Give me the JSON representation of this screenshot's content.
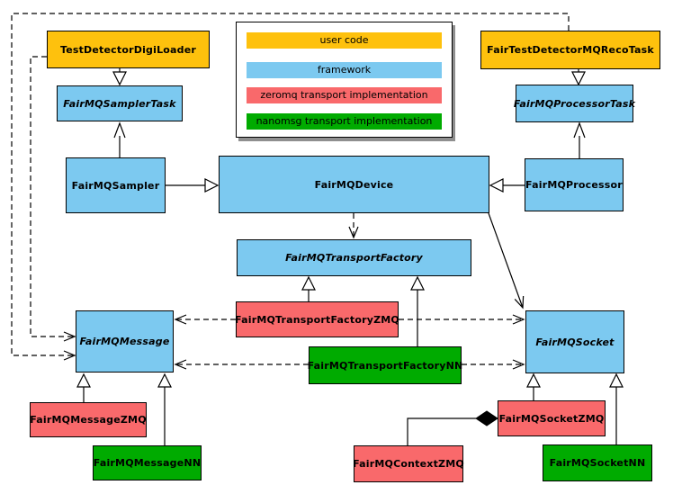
{
  "legend": {
    "items": [
      {
        "label": "user code",
        "color": "#fec10d"
      },
      {
        "label": "framework",
        "color": "#7cc9f0"
      },
      {
        "label": "zeromq transport implementation",
        "color": "#f9696b"
      },
      {
        "label": "nanomsg transport implementation",
        "color": "#00ab00"
      }
    ]
  },
  "nodes": {
    "digiLoader": {
      "label": "TestDetectorDigiLoader",
      "type": "user code"
    },
    "samplerTask": {
      "label": "FairMQSamplerTask",
      "type": "framework"
    },
    "recoTask": {
      "label": "FairTestDetectorMQRecoTask",
      "type": "user code"
    },
    "processorTask": {
      "label": "FairMQProcessorTask",
      "type": "framework"
    },
    "sampler": {
      "label": "FairMQSampler",
      "type": "framework"
    },
    "device": {
      "label": "FairMQDevice",
      "type": "framework"
    },
    "processor": {
      "label": "FairMQProcessor",
      "type": "framework"
    },
    "transportFactory": {
      "label": "FairMQTransportFactory",
      "type": "framework"
    },
    "message": {
      "label": "FairMQMessage",
      "type": "framework"
    },
    "tfZmq": {
      "label": "FairMQTransportFactoryZMQ",
      "type": "zeromq transport implementation"
    },
    "tfNn": {
      "label": "FairMQTransportFactoryNN",
      "type": "nanomsg transport implementation"
    },
    "socket": {
      "label": "FairMQSocket",
      "type": "framework"
    },
    "messageZmq": {
      "label": "FairMQMessageZMQ",
      "type": "zeromq transport implementation"
    },
    "messageNn": {
      "label": "FairMQMessageNN",
      "type": "nanomsg transport implementation"
    },
    "contextZmq": {
      "label": "FairMQContextZMQ",
      "type": "zeromq transport implementation"
    },
    "socketZmq": {
      "label": "FairMQSocketZMQ",
      "type": "zeromq transport implementation"
    },
    "socketNn": {
      "label": "FairMQSocketNN",
      "type": "nanomsg transport implementation"
    }
  }
}
